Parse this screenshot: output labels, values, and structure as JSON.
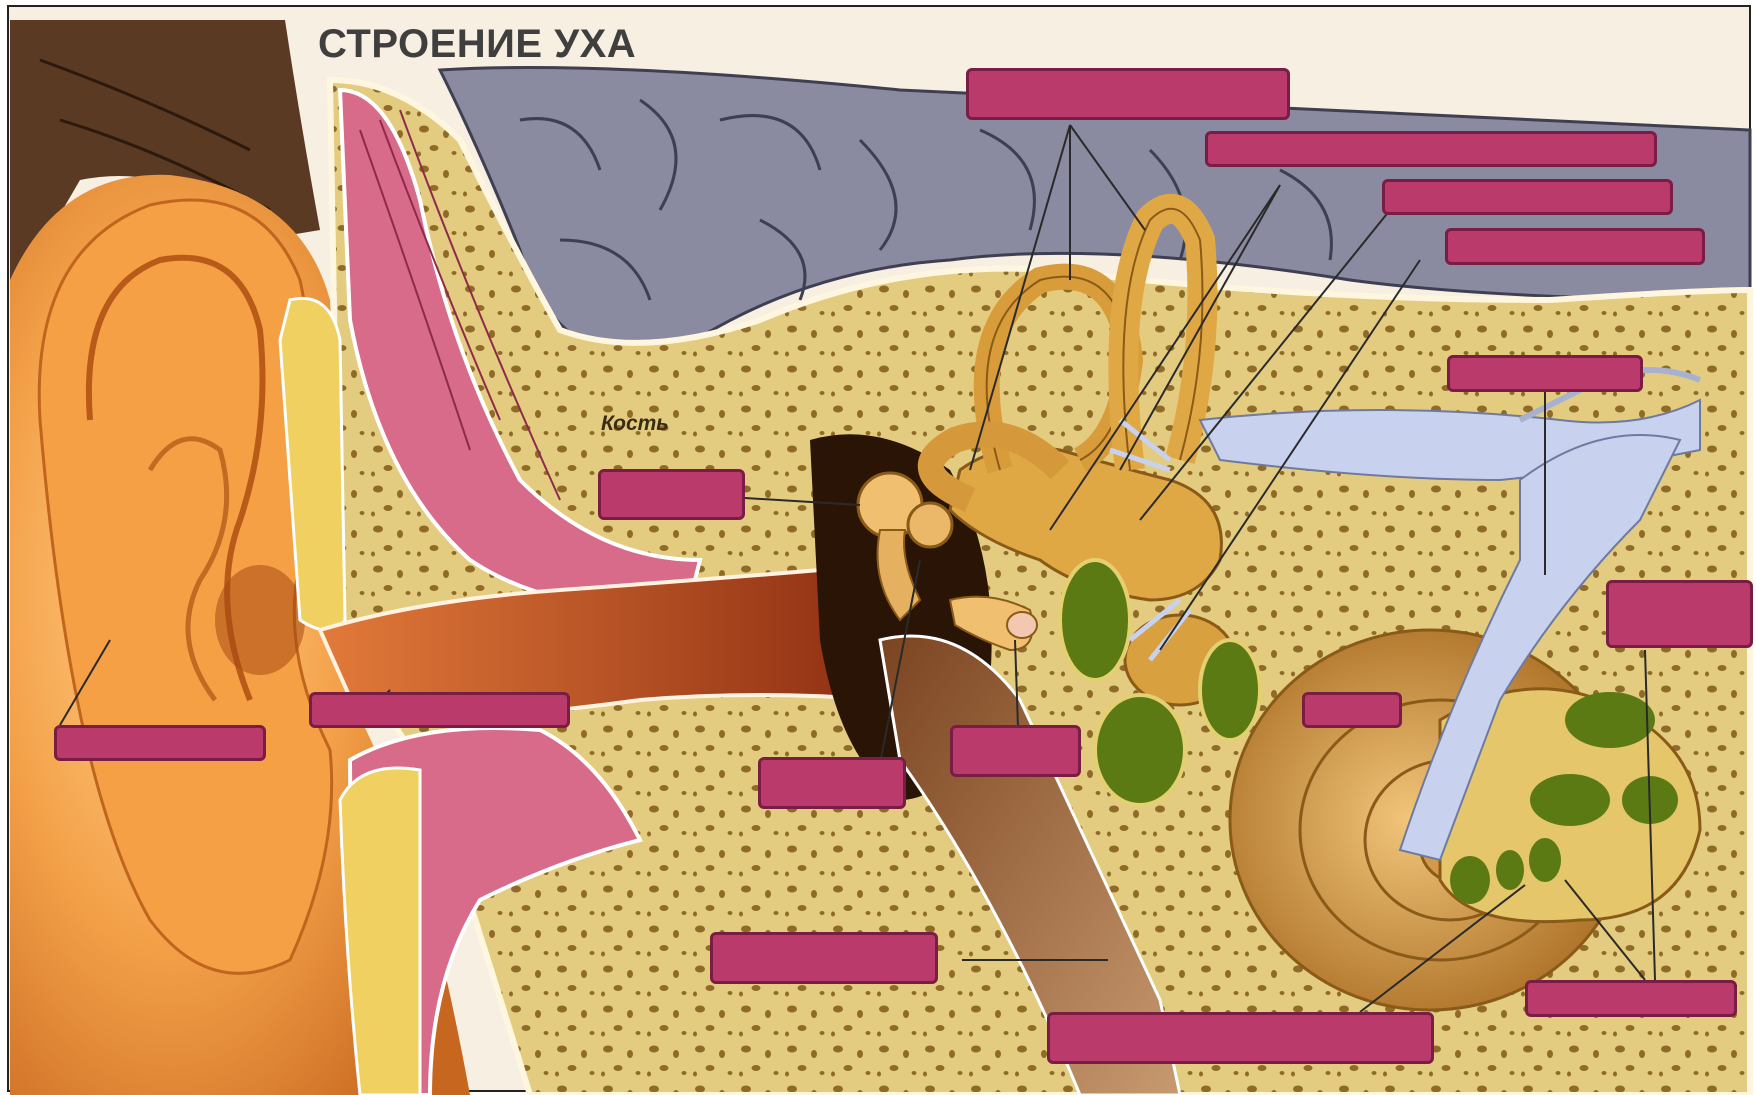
{
  "title": "СТРОЕНИЕ УХА",
  "bone_label": "Кость",
  "colors": {
    "label_box": "#b93a6b",
    "label_box_border": "#7a1d44",
    "skin": "#f0a24a",
    "bone": "#e3cc80",
    "brain": "#8a8aa0",
    "muscle": "#d86a8a",
    "canal": "#b84a22",
    "cochlea": "#c9903a",
    "fluid": "#6b8a1a",
    "nerve": "#c8d2ee"
  },
  "label_boxes": [
    {
      "name": "label-box-semicircular-canals"
    },
    {
      "name": "label-box-vestibule-1"
    },
    {
      "name": "label-box-vestibule-2"
    },
    {
      "name": "label-box-vestibule-3"
    },
    {
      "name": "label-box-hammer"
    },
    {
      "name": "label-box-vestibular-nerve"
    },
    {
      "name": "label-box-cochlear-nerve"
    },
    {
      "name": "label-box-auricle"
    },
    {
      "name": "label-box-ear-canal"
    },
    {
      "name": "label-box-anvil"
    },
    {
      "name": "label-box-stirrup"
    },
    {
      "name": "label-box-cochlea"
    },
    {
      "name": "label-box-eustachian-tube"
    },
    {
      "name": "label-box-organ-of-corti"
    },
    {
      "name": "label-box-cochlear-ducts"
    }
  ]
}
